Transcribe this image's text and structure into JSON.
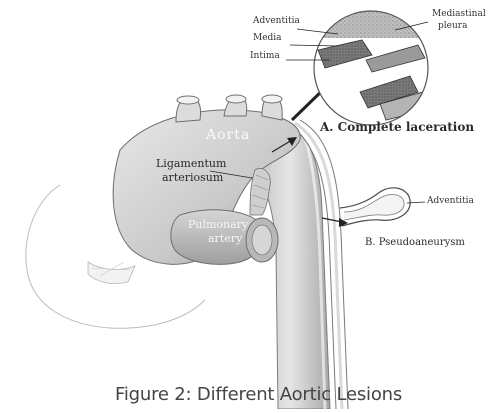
{
  "figure": {
    "caption": "Figure 2: Different Aortic Lesions",
    "aorta_label": "Aorta",
    "ligamentum_label_line1": "Ligamentum",
    "ligamentum_label_line2": "arteriosum",
    "pulmonary_label_line1": "Pulmonary",
    "pulmonary_label_line2": "artery",
    "inset": {
      "adventitia": "Adventitia",
      "media": "Media",
      "intima": "Intima",
      "mediastinal_line1": "Mediastinal",
      "mediastinal_line2": "pleura"
    },
    "complete_laceration": "A. Complete laceration",
    "pseudoaneurysm": "B. Pseudoaneurysm",
    "adventitia_right": "Adventitia"
  }
}
